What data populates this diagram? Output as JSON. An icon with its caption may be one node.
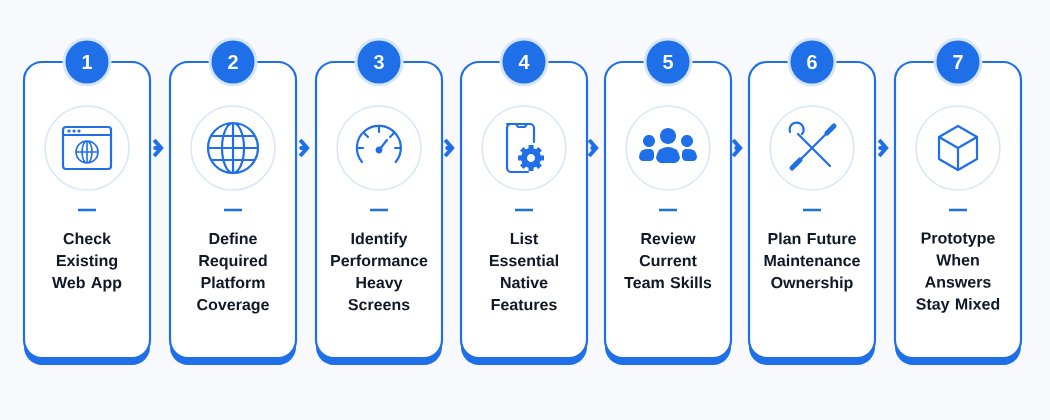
{
  "diagram": {
    "nodes": [
      {
        "text": [
          "1",
          "Check Existing Web App"
        ]
      },
      {
        "text": [
          "2",
          "Define Required Platform Coverage"
        ]
      },
      {
        "text": [
          "3",
          "Identify Performance Heavy Screens"
        ]
      },
      {
        "text": [
          "4",
          "List Essential Native Features"
        ]
      },
      {
        "text": [
          "5",
          "Review Current Team Skills"
        ]
      },
      {
        "text": [
          "6",
          "Plan Future Maintenance Ownership"
        ]
      },
      {
        "text": [
          "7",
          "Prototype When Answers Stay Mixed"
        ]
      }
    ],
    "edges": [
      {
        "from": 0,
        "to": 1,
        "arrow": "to"
      },
      {
        "from": 1,
        "to": 2,
        "arrow": "to"
      },
      {
        "from": 2,
        "to": 3,
        "arrow": "to"
      },
      {
        "from": 3,
        "to": 4,
        "arrow": "to"
      },
      {
        "from": 4,
        "to": 5,
        "arrow": "to"
      },
      {
        "from": 5,
        "to": 6,
        "arrow": "to"
      }
    ]
  }
}
